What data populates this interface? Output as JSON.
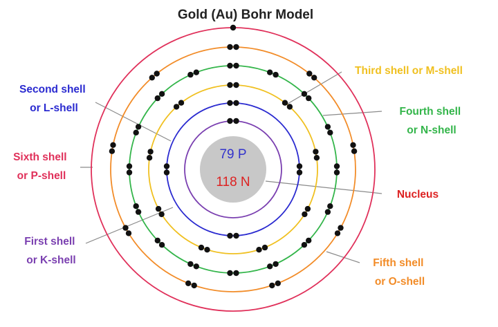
{
  "title": "Gold (Au) Bohr Model",
  "nucleus": {
    "protons": "79 P",
    "neutrons": "118 N",
    "label": "Nucleus",
    "fill": "#c8c8c8",
    "proton_color": "#3333cc",
    "neutron_color": "#dd2222"
  },
  "electron_color": "#111111",
  "shells": [
    {
      "id": "k",
      "line1": "First shell",
      "line2": "or K-shell",
      "electrons": 2,
      "color": "#7a3fb0"
    },
    {
      "id": "l",
      "line1": "Second shell",
      "line2": "or L-shell",
      "electrons": 8,
      "color": "#2a2ad0"
    },
    {
      "id": "m",
      "line1": "Third shell or M-shell",
      "line2": "",
      "electrons": 18,
      "color": "#f0c020"
    },
    {
      "id": "n",
      "line1": "Fourth shell",
      "line2": "or N-shell",
      "electrons": 32,
      "color": "#33b54a"
    },
    {
      "id": "o",
      "line1": "Fifth shell",
      "line2": "or O-shell",
      "electrons": 18,
      "color": "#f28c28"
    },
    {
      "id": "p",
      "line1": "Sixth shell",
      "line2": "or P-shell",
      "electrons": 1,
      "color": "#e0305a"
    }
  ]
}
